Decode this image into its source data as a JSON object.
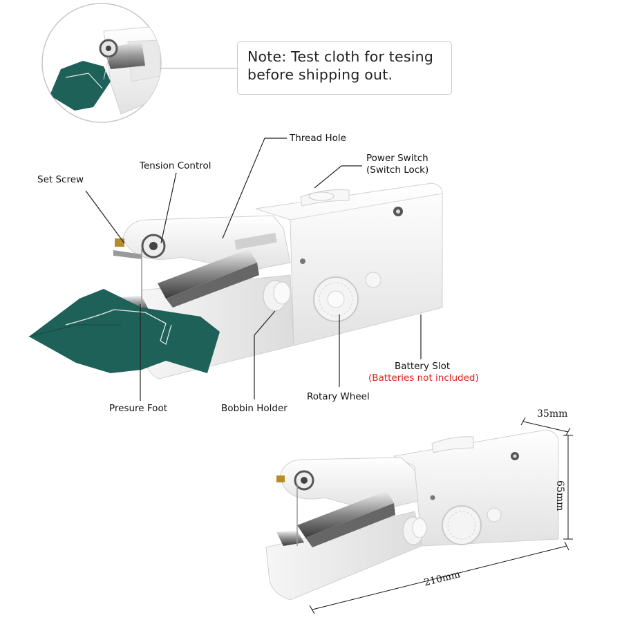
{
  "note": {
    "line1": "Note: Test cloth for tesing",
    "line2": "before shipping out."
  },
  "labels": {
    "thread_hole": "Thread Hole",
    "power_switch": "Power Switch",
    "power_switch_sub": "(Switch Lock)",
    "tension_control": "Tension Control",
    "set_screw": "Set Screw",
    "battery_slot": "Battery Slot",
    "battery_note": "(Batteries not included)",
    "rotary_wheel": "Rotary Wheel",
    "bobbin_holder": "Bobbin Holder",
    "presure_foot": "Presure Foot"
  },
  "dimensions": {
    "depth": "35mm",
    "height": "65mm",
    "length": "210mm"
  },
  "colors": {
    "cloth": "#1e6159",
    "body": "#f3f3f3",
    "accent_red": "#e0201b"
  }
}
